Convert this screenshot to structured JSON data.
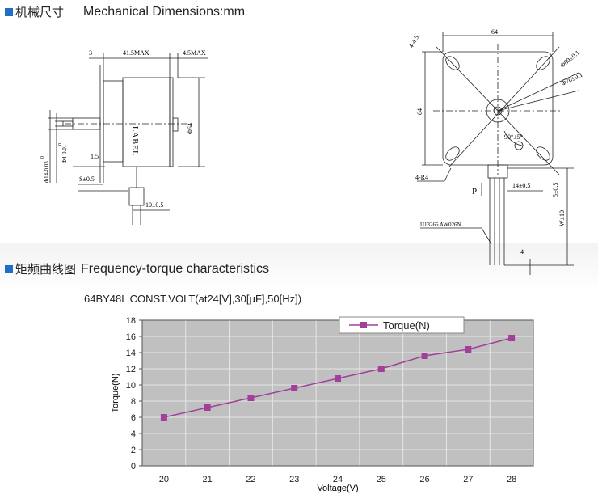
{
  "header1": {
    "cn": "机械尺寸",
    "en": "Mechanical Dimensions:mm"
  },
  "header2": {
    "cn": "矩频曲线图",
    "en": "Frequency-torque characteristics"
  },
  "drawing_side": {
    "dims": [
      "3",
      "41.5MAX",
      "4.5MAX",
      "1.5",
      "S±0.5",
      "10±0.5",
      "Φ64",
      "Φ14-0.03",
      "0",
      "Φ4-0.01",
      "0"
    ],
    "label_text": "LABEL"
  },
  "drawing_front": {
    "dims": [
      "64",
      "64",
      "4-4.5",
      "Φ80±0.1",
      "Φ70±0.1",
      "90°±5°",
      "4-R4",
      "14±0.5",
      "5±0.5",
      "W±10",
      "4",
      "P",
      "U13266 AW026N"
    ]
  },
  "chart_subtitle": "64BY48L  CONST.VOLT(at24[V],30[μF],50[Hz])",
  "chart_data": {
    "type": "line",
    "x": [
      20,
      21,
      22,
      23,
      24,
      25,
      26,
      27,
      28
    ],
    "series": [
      {
        "name": "Torque(N)",
        "values": [
          6.0,
          7.2,
          8.4,
          9.6,
          10.8,
          12.0,
          13.6,
          14.4,
          15.8
        ],
        "color": "#a0409a"
      }
    ],
    "xlabel": "Voltage(V)",
    "ylabel": "Torque(N)",
    "xticks": [
      "20",
      "21",
      "22",
      "23",
      "24",
      "25",
      "26",
      "27",
      "28"
    ],
    "yticks": [
      "0",
      "2",
      "4",
      "6",
      "8",
      "10",
      "12",
      "14",
      "16",
      "18"
    ],
    "ylim": [
      0,
      18
    ],
    "grid": true,
    "legend": "top-right",
    "plot_bg": "#c0c0c0"
  }
}
